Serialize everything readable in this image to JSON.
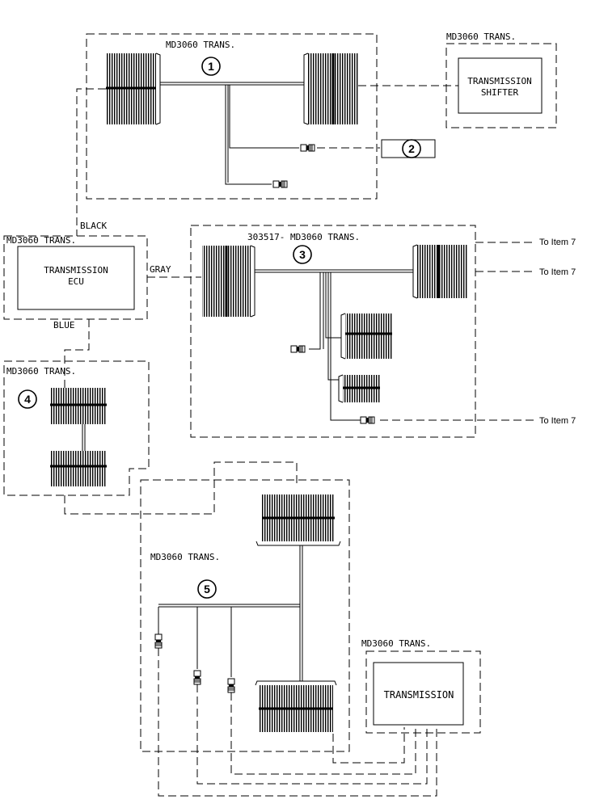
{
  "items": [
    {
      "number": "1",
      "title": "MD3060 TRANS."
    },
    {
      "number": "2"
    },
    {
      "number": "3",
      "title": "303517-  MD3060 TRANS."
    },
    {
      "number": "4",
      "title": "MD3060  TRANS."
    },
    {
      "number": "5",
      "title": "MD3060 TRANS."
    }
  ],
  "components": {
    "shifter": {
      "title": "MD3060 TRANS.",
      "label_line1": "TRANSMISSION",
      "label_line2": "SHIFTER"
    },
    "ecu": {
      "title": "MD3060 TRANS.",
      "label_line1": "TRANSMISSION",
      "label_line2": "ECU"
    },
    "transmission": {
      "title": "MD3060 TRANS.",
      "label": "TRANSMISSION"
    }
  },
  "wire_colors": {
    "black": "BLACK",
    "gray": "GRAY",
    "blue": "BLUE"
  },
  "references": {
    "item7_a": "To Item 7",
    "item7_b": "To Item 7",
    "item7_c": "To Item 7"
  }
}
